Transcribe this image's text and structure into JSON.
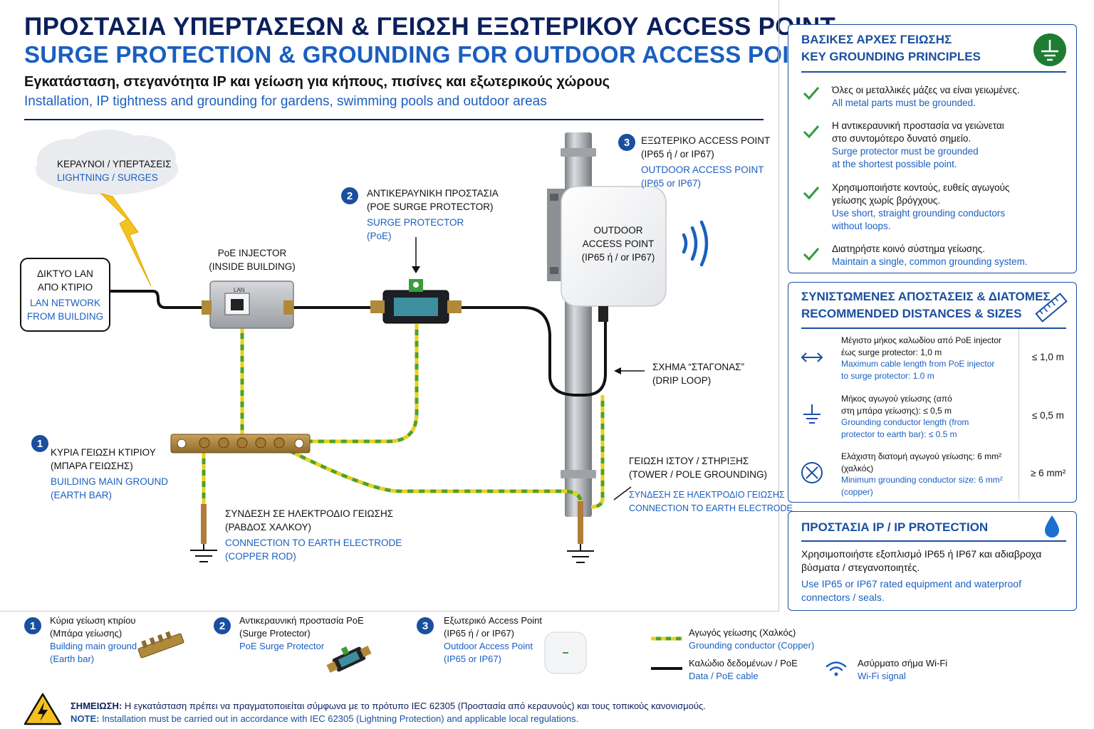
{
  "header": {
    "title_gr": "ΠΡΟΣΤΑΣΙΑ ΥΠΕΡΤΑΣΕΩΝ & ΓΕΙΩΣΗ ΕΞΩΤΕΡΙΚΟΥ ACCESS POINT",
    "title_en": "SURGE PROTECTION & GROUNDING FOR OUTDOOR ACCESS POINT",
    "subtitle_gr": "Εγκατάσταση, στεγανότητα IP και γείωση για κήπους, πισίνες και εξωτερικούς χώρους",
    "subtitle_en": "Installation, IP tightness and grounding for gardens, swimming pools and outdoor areas"
  },
  "diagram": {
    "lightning": {
      "gr": "ΚΕΡΑΥΝΟΙ / ΥΠΕΡΤΑΣΕΙΣ",
      "en": "LIGHTNING / SURGES"
    },
    "lan": {
      "gr1": "ΔΙΚΤΥΟ LAN",
      "gr2": "ΑΠΟ ΚΤΙΡΙΟ",
      "en1": "LAN NETWORK",
      "en2": "FROM BUILDING"
    },
    "poe_injector": {
      "l1": "PoE INJECTOR",
      "l2": "(INSIDE BUILDING)",
      "device_label": "LAN"
    },
    "surge": {
      "num": "2",
      "gr1": "ΑΝΤΙΚΕΡΑΥΝΙΚΗ ΠΡΟΣΤΑΣΙΑ",
      "gr2": "(POE SURGE PROTECTOR)",
      "en1": "SURGE PROTECTOR",
      "en2": "(PoE)"
    },
    "ap": {
      "num": "3",
      "gr1": "ΕΞΩΤΕΡΙΚΟ ACCESS POINT",
      "gr2": "(IP65 ή / or IP67)",
      "en1": "OUTDOOR ACCESS POINT",
      "en2": "(IP65 or IP67)",
      "box1": "OUTDOOR",
      "box2": "ACCESS POINT",
      "box3": "(IP65 ή / or IP67)"
    },
    "drip": {
      "l1": "ΣΧΗΜΑ “ΣΤΑΓΟΝΑΣ”",
      "l2": "(DRIP LOOP)"
    },
    "main_ground": {
      "num": "1",
      "gr1": "ΚΥΡΙΑ ΓΕΙΩΣΗ ΚΤΙΡΙΟΥ",
      "gr2": "(ΜΠΑΡΑ ΓΕΙΩΣΗΣ)",
      "en1": "BUILDING MAIN GROUND",
      "en2": "(EARTH BAR)"
    },
    "electrode": {
      "gr1": "ΣΥΝΔΕΣΗ ΣΕ ΗΛΕΚΤΡΟΔΙΟ ΓΕΙΩΣΗΣ",
      "gr2": "(ΡΑΒΔΟΣ ΧΑΛΚΟΥ)",
      "en1": "CONNECTION TO EARTH ELECTRODE",
      "en2": "(COPPER ROD)"
    },
    "tower": {
      "gr1": "ΓΕΙΩΣΗ ΙΣΤΟΥ / ΣΤΗΡΙΞΗΣ",
      "gr2": "(TOWER / POLE GROUNDING)",
      "en1": "ΣΥΝΔΕΣΗ ΣΕ ΗΛΕΚΤΡΟΔΙΟ ΓΕΙΩΣΗΣ",
      "en2": "CONNECTION TO EARTH ELECTRODE"
    }
  },
  "principles": {
    "title_gr": "ΒΑΣΙΚΕΣ ΑΡΧΕΣ ΓΕΙΩΣΗΣ",
    "title_en": "KEY GROUNDING PRINCIPLES",
    "items": [
      {
        "gr": [
          "Όλες οι μεταλλικές μάζες να είναι γειωμένες."
        ],
        "en": [
          "All metal parts must be grounded."
        ]
      },
      {
        "gr": [
          "Η αντικεραυνική προστασία να γειώνεται",
          "στο συντομότερο δυνατό σημείο."
        ],
        "en": [
          "Surge protector must be grounded",
          "at the shortest possible point."
        ]
      },
      {
        "gr": [
          "Χρησιμοποιήστε κοντούς, ευθείς αγωγούς",
          "γείωσης χωρίς βρόγχους."
        ],
        "en": [
          "Use short, straight grounding conductors",
          "without loops."
        ]
      },
      {
        "gr": [
          "Διατηρήστε κοινό σύστημα γείωσης."
        ],
        "en": [
          "Maintain a single, common grounding system."
        ]
      }
    ]
  },
  "distances": {
    "title_gr": "ΣΥΝΙΣΤΩΜΕΝΕΣ ΑΠΟΣΤΑΣΕΙΣ & ΔΙΑΤΟΜΕΣ",
    "title_en": "RECOMMENDED DISTANCES & SIZES",
    "rows": [
      {
        "gr": [
          "Μέγιστο μήκος καλωδίου από PoE injector",
          "έως surge protector: 1,0 m"
        ],
        "en": [
          "Maximum cable length from PoE injector",
          "to surge protector: 1.0 m"
        ],
        "value": "≤ 1,0 m"
      },
      {
        "gr": [
          "Μήκος αγωγού γείωσης (από",
          "στη μπάρα γείωσης): ≤ 0,5 m"
        ],
        "en": [
          "Grounding conductor length (from",
          "protector to earth bar): ≤ 0.5 m"
        ],
        "value": "≤ 0,5 m"
      },
      {
        "gr": [
          "Ελάχιστη διατομή αγωγού γείωσης: 6 mm²",
          "(χαλκός)"
        ],
        "en": [
          "Minimum grounding conductor size: 6 mm²",
          "(copper)"
        ],
        "value": "≥ 6 mm²"
      }
    ]
  },
  "ip": {
    "title": "ΠΡΟΣΤΑΣΙΑ IP / IP PROTECTION",
    "gr": [
      "Χρησιμοποιήστε εξοπλισμό IP65 ή IP67 και αδιαβροχα",
      "βύσματα / στεγανοποιητές."
    ],
    "en": [
      "Use IP65 or IP67 rated equipment and waterproof",
      "connectors / seals."
    ]
  },
  "legend": {
    "items": [
      {
        "num": "1",
        "gr1": "Κύρια γείωση κτιρίου",
        "gr2": "(Μπάρα γείωσης)",
        "en1": "Building main ground",
        "en2": "(Earth bar)"
      },
      {
        "num": "2",
        "gr1": "Αντικεραυνική προστασία PoE",
        "gr2": "(Surge Protector)",
        "en1": "PoE Surge Protector",
        "en2": ""
      },
      {
        "num": "3",
        "gr1": "Εξωτερικό Access Point",
        "gr2": "(IP65 ή / or IP67)",
        "en1": "Outdoor Access Point",
        "en2": "(IP65 or IP67)"
      }
    ],
    "ground_wire": {
      "gr": "Αγωγός γείωσης (Χαλκός)",
      "en": "Grounding conductor (Copper)"
    },
    "data_cable": {
      "gr": "Καλώδιο δεδομένων / PoE",
      "en": "Data / PoE cable"
    },
    "wifi": {
      "gr": "Ασύρματο σήμα Wi-Fi",
      "en": "Wi-Fi signal"
    }
  },
  "note": {
    "gr_label": "ΣΗΜΕΙΩΣΗ:",
    "gr_text": " Η εγκατάσταση πρέπει να πραγματοποιείται σύμφωνα με το πρότυπο IEC 62305 (Προστασία από κεραυνούς) και τους τοπικούς κανονισμούς.",
    "en_label": "NOTE:",
    "en_text": " Installation must be carried out in accordance with IEC 62305 (Lightning Protection) and applicable local regulations."
  },
  "colors": {
    "navy": "#0b1f5c",
    "accent_blue": "#1a5fc0",
    "ground_green": "#4fa02a",
    "ground_yellow": "#e8d21a",
    "check_green": "#2e9a3a"
  }
}
